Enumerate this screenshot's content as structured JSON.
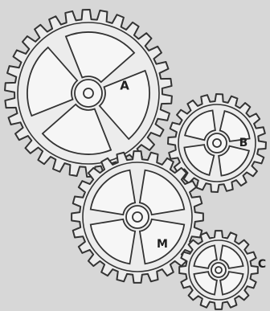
{
  "figure": {
    "background": "#d7d7d7",
    "line_color": "#333333",
    "gear_fill": "#ececec",
    "spoke_fill": "#f6f6f6"
  },
  "gears": [
    {
      "id": "A",
      "label": "A",
      "teeth": 30
    },
    {
      "id": "B",
      "label": "B",
      "teeth": 20
    },
    {
      "id": "M",
      "label": "M",
      "teeth": 24
    },
    {
      "id": "C",
      "label": "C",
      "teeth": 16
    }
  ]
}
